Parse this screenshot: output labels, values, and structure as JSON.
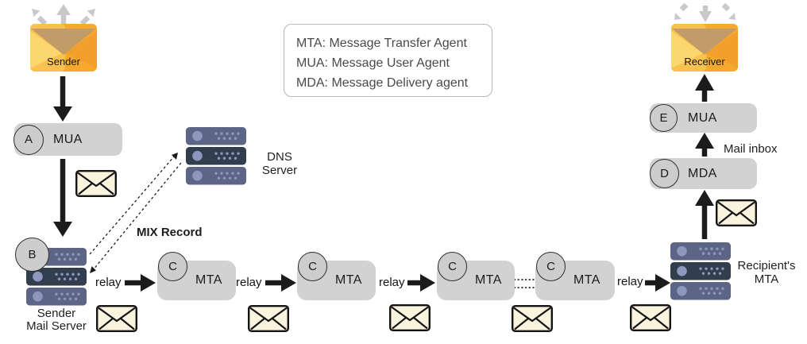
{
  "legend": {
    "lines": [
      "MTA: Message Transfer Agent",
      "MUA: Message User Agent",
      "MDA: Message Delivery agent"
    ]
  },
  "sender": {
    "label": "Sender"
  },
  "receiver": {
    "label": "Receiver"
  },
  "nodes": {
    "mua_a": {
      "badge": "A",
      "label": "MUA"
    },
    "mta": {
      "badge": "C",
      "label": "MTA"
    },
    "mda_d": {
      "badge": "D",
      "label": "MDA"
    },
    "mua_e": {
      "badge": "E",
      "label": "MUA"
    },
    "server_b_badge": "B"
  },
  "labels": {
    "relay": "relay",
    "mix_record": "MIX Record",
    "dns_line1": "DNS",
    "dns_line2": "Server",
    "sender_server_line1": "Sender",
    "sender_server_line2": "Mail Server",
    "recipient_line1": "Recipient's",
    "recipient_line2": "MTA",
    "mail_inbox": "Mail inbox"
  },
  "icons": {
    "sender_envelope": "orange-envelope",
    "receiver_envelope": "orange-envelope",
    "mail_envelope": "cream-outlined-envelope",
    "server": "rack-server-3u",
    "fan_arrows": "three-gray-arrows",
    "relay_arrow": "solid-black-arrow",
    "dns_lookup": "dashed-double-arrow"
  },
  "colors": {
    "node_gray": "#d2d2d2",
    "badge_gray": "#cdcdcd",
    "envelope_orange": "#f6a92c",
    "envelope_orange_light": "#f9c250",
    "envelope_flap_tan": "#c19b68",
    "mail_cream": "#faf3de",
    "server_slab": "#5d6586",
    "server_slab_dark": "#323d4e",
    "server_accent": "#8e98be",
    "arrow_black": "#1b1b1b",
    "arrow_gray": "#c9c9c9",
    "legend_border": "#b7b7b7"
  }
}
